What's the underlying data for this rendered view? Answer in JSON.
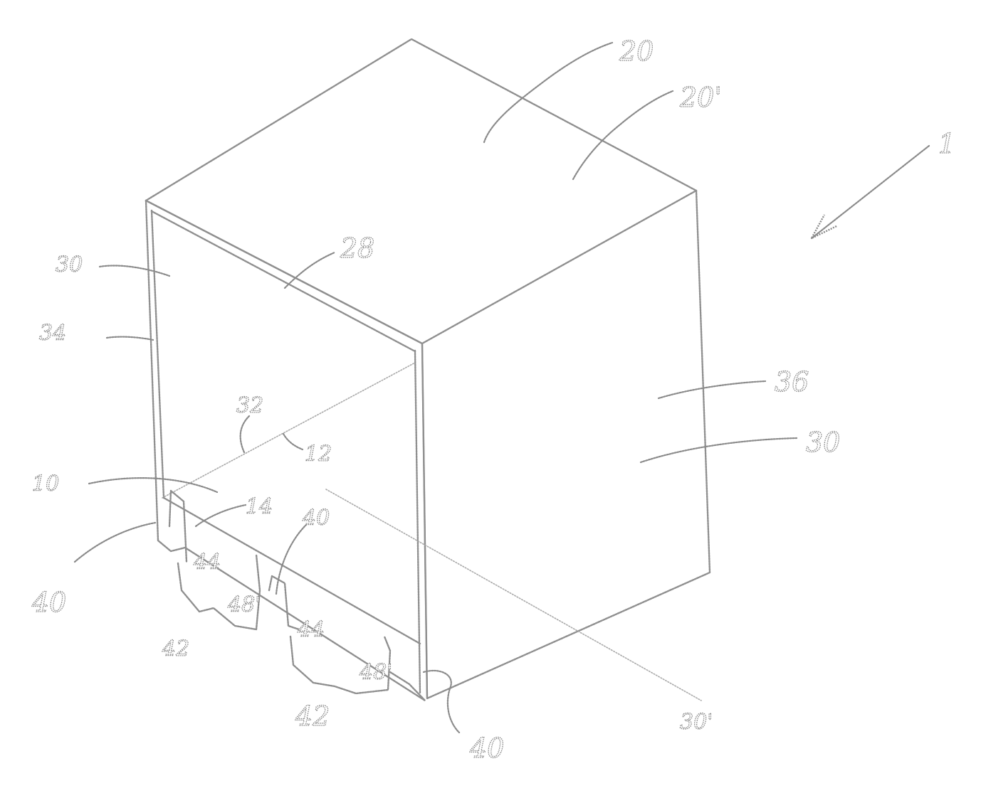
{
  "figure": {
    "reference_labels": {
      "r20": "20",
      "r20p": "20'",
      "r1": "1",
      "r28": "28",
      "r30_left": "30",
      "r34": "34",
      "r36": "36",
      "r30_right": "30",
      "r32": "32",
      "r12": "12",
      "r10": "10",
      "r14": "14",
      "r40_upper": "40",
      "r40_left": "40",
      "r44_a": "44",
      "r48_a": "48'",
      "r42_a": "42",
      "r44_b": "44",
      "r48_b": "48'",
      "r42_b": "42",
      "r30p": "30'",
      "r40_bottom": "40"
    }
  }
}
